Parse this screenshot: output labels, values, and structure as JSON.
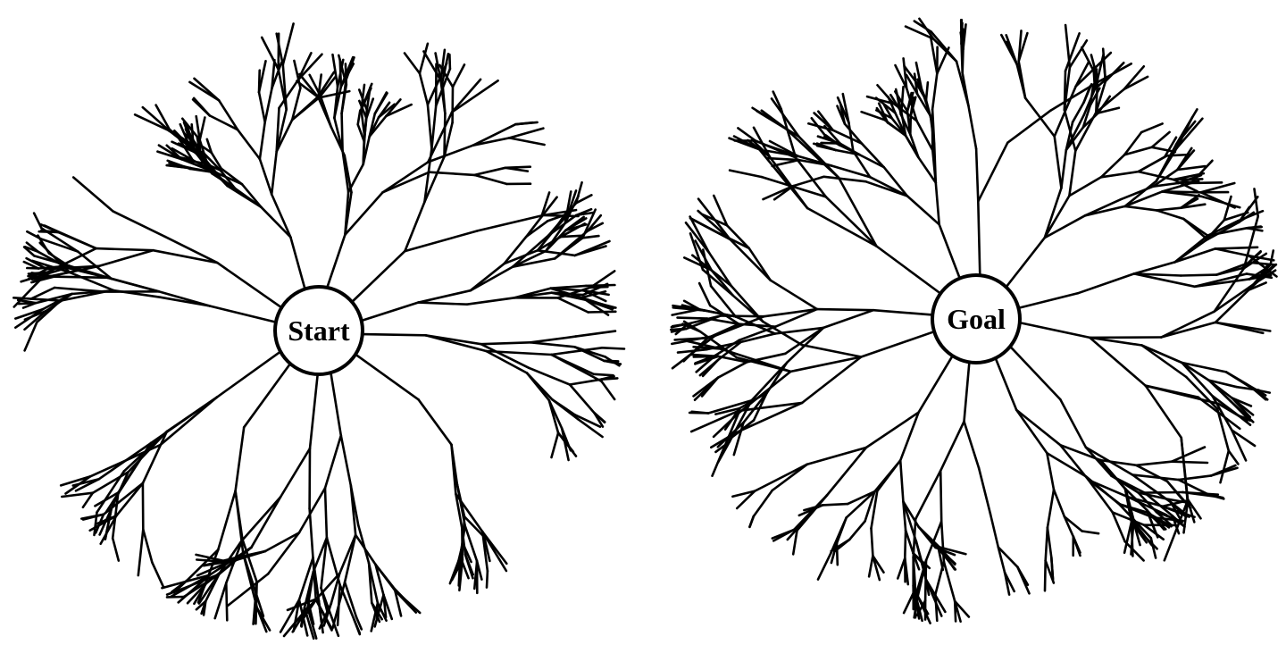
{
  "trees": [
    {
      "id": "start-tree",
      "root_label": "Start",
      "seed": 11
    },
    {
      "id": "goal-tree",
      "root_label": "Goal",
      "seed": 29
    }
  ],
  "colors": {
    "stroke": "#000000",
    "background": "#ffffff",
    "node_fill": "#ffffff"
  }
}
